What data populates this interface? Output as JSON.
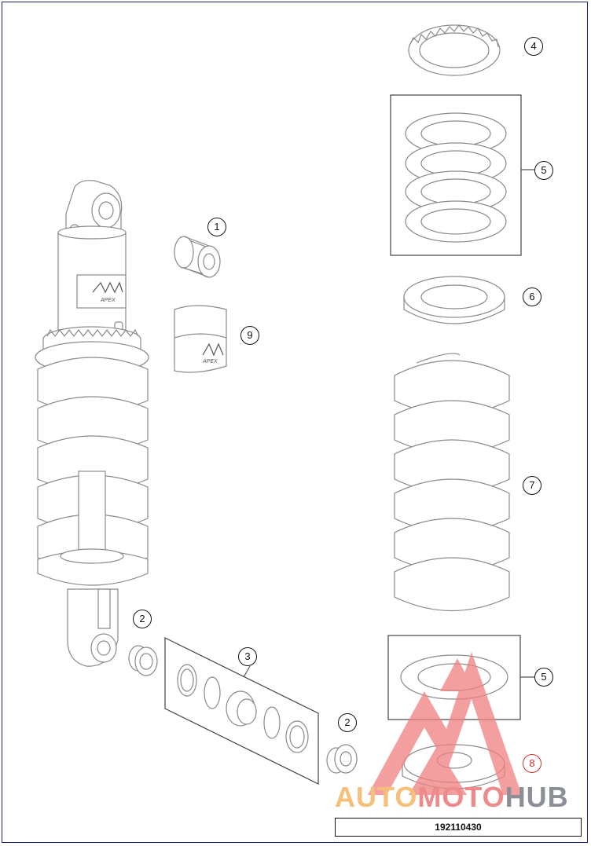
{
  "diagram": {
    "parts": [
      {
        "id": "part-1",
        "label": "1"
      },
      {
        "id": "part-2-top",
        "label": "2"
      },
      {
        "id": "part-2-bottom",
        "label": "2"
      },
      {
        "id": "part-3",
        "label": "3"
      },
      {
        "id": "part-4",
        "label": "4"
      },
      {
        "id": "part-5-top",
        "label": "5"
      },
      {
        "id": "part-5-bottom",
        "label": "5"
      },
      {
        "id": "part-6",
        "label": "6"
      },
      {
        "id": "part-7",
        "label": "7"
      },
      {
        "id": "part-8",
        "label": "8"
      },
      {
        "id": "part-9",
        "label": "9"
      }
    ],
    "shock_brand": "APEX",
    "sleeve_brand": "APEX",
    "drawing_number": "192110430"
  },
  "watermark": {
    "part_a": "AUTO",
    "part_b": "MOTO",
    "part_c": "HUB",
    "colors": {
      "auto": "#f4c07a",
      "moto": "#ef8a8a",
      "hub": "#8c8f95",
      "logo": "#f08080"
    }
  },
  "colors": {
    "frame": "#1a1f6e",
    "line": "#8a8a8a",
    "ink": "#111111"
  }
}
